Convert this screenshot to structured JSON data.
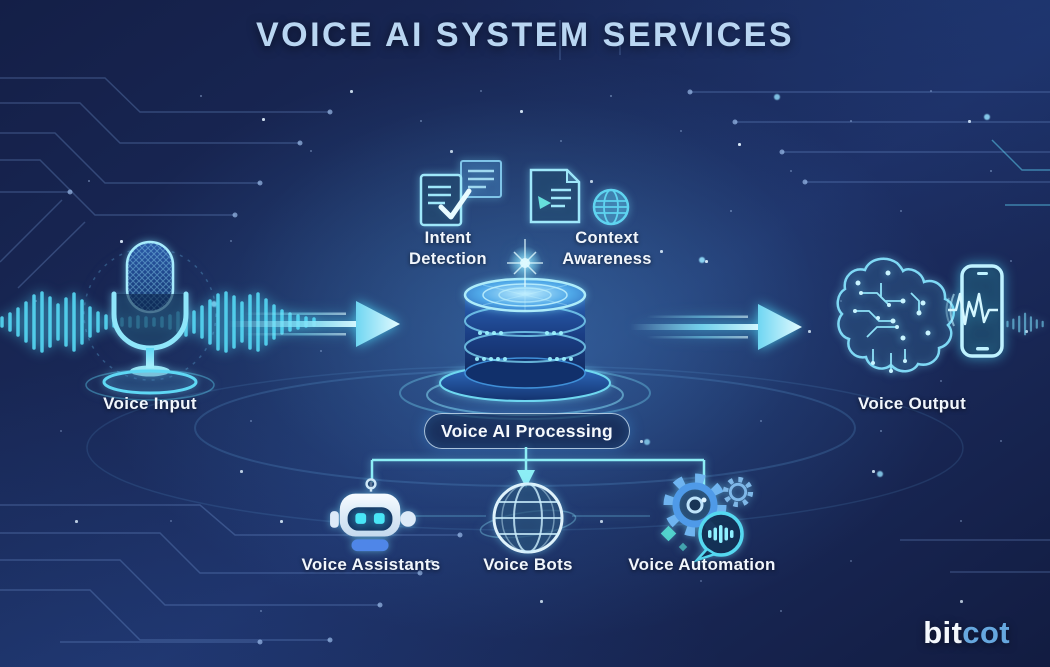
{
  "title": "VOICE AI SYSTEM SERVICES",
  "colors": {
    "background": "#17244e",
    "accent_cyan": "#4fd9f2",
    "accent_light": "#bfeffc",
    "title_text": "#b9d6f2",
    "label_text": "#f2f6fb",
    "logo_bit": "#f5f9fd",
    "logo_cot": "#66a7de"
  },
  "flow": {
    "input": {
      "label": "Voice Input",
      "icon": "microphone-icon"
    },
    "processing": {
      "label": "Voice AI Processing",
      "icon": "database-icon"
    },
    "output": {
      "label": "Voice Output",
      "icon": "brain-circuit-phone-icon"
    }
  },
  "processing_features": [
    {
      "label": "Intent Detection",
      "icon": "document-check-icon"
    },
    {
      "label": "Context Awareness",
      "icon": "document-globe-icon"
    }
  ],
  "services": [
    {
      "label": "Voice Assistants",
      "icon": "robot-icon"
    },
    {
      "label": "Voice Bots",
      "icon": "globe-icon"
    },
    {
      "label": "Voice Automation",
      "icon": "gears-chat-icon"
    }
  ],
  "logo": {
    "primary": "bit",
    "secondary": "cot"
  }
}
